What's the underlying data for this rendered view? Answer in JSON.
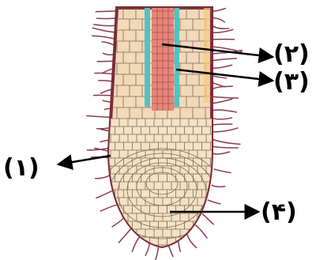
{
  "diagram": {
    "labels": {
      "one": "(۱)",
      "two": "(۲)",
      "three": "(۳)",
      "four": "(۴)"
    },
    "colors": {
      "outline": "#7a2a3a",
      "root_hair": "#8a3a4a",
      "cortex_fill": "#f3d9b8",
      "cell_line": "#7a6a5a",
      "xylem": "#e8857a",
      "phloem": "#4fc3c3",
      "tip_fill": "#f5e2c4",
      "pointer": "#000000"
    }
  }
}
